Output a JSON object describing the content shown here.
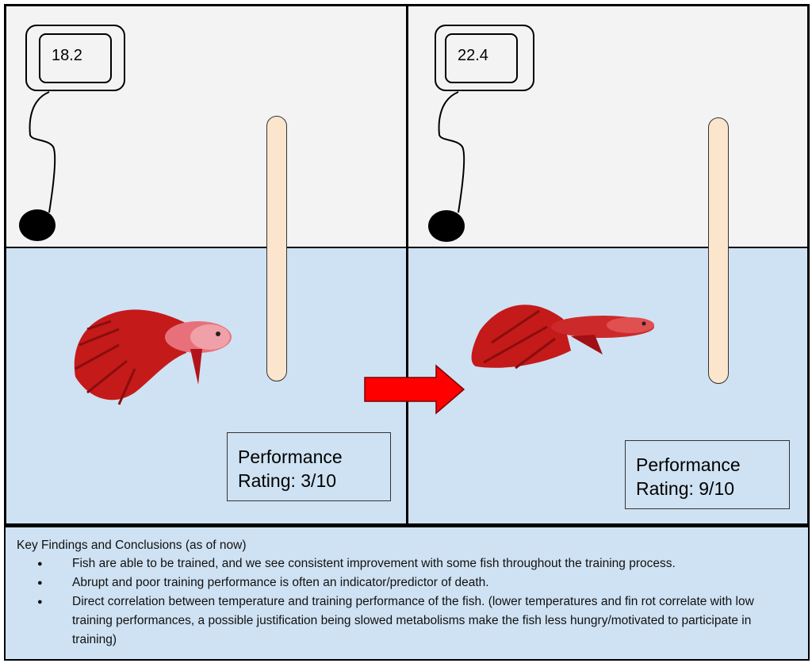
{
  "panels": [
    {
      "temperature": "18.2",
      "performance_line1": "Performance",
      "performance_line2": "Rating: 3/10"
    },
    {
      "temperature": "22.4",
      "performance_line1": "Performance",
      "performance_line2": "Rating: 9/10"
    }
  ],
  "colors": {
    "air": "#f3f3f3",
    "water": "#cfe2f3",
    "stick": "#fce5cd",
    "arrow": "#ff0000",
    "fish": "#c8102e"
  },
  "findings": {
    "title": "Key Findings and Conclusions (as of now)",
    "items": [
      "Fish are able to be trained, and we see consistent improvement with some fish throughout the training process.",
      "Abrupt and poor training performance is often an indicator/predictor of death.",
      "Direct correlation between temperature and training performance of the fish. (lower temperatures and fin rot correlate with low training performances, a possible justification being slowed metabolisms make the fish less hungry/motivated to participate in training)"
    ]
  }
}
